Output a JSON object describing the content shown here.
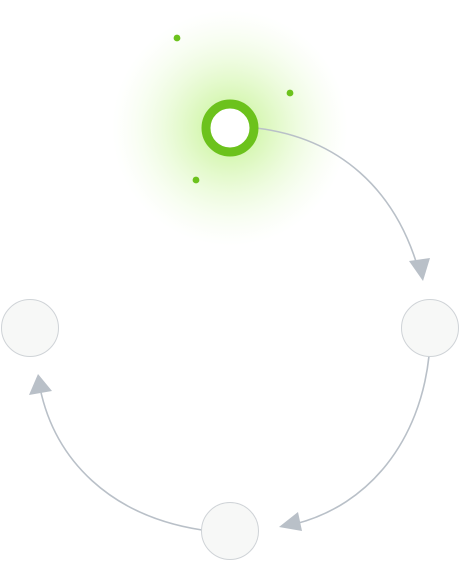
{
  "diagram": {
    "kind": "cycle",
    "direction": "clockwise",
    "node_count": 4,
    "active_node": "top",
    "nodes": [
      {
        "id": "top",
        "state": "active"
      },
      {
        "id": "right",
        "state": "idle"
      },
      {
        "id": "bottom",
        "state": "idle"
      },
      {
        "id": "left",
        "state": "idle"
      }
    ],
    "connectors": [
      {
        "from": "top",
        "to": "right"
      },
      {
        "from": "right",
        "to": "bottom"
      },
      {
        "from": "bottom",
        "to": "left"
      }
    ]
  },
  "colors": {
    "active": "#6cc21c",
    "glow": "#b8f07a",
    "idle_fill": "#f7f8f7",
    "idle_stroke": "#cfd3d7",
    "connector": "#b9c0c8",
    "arrowhead": "#b9c0c8"
  }
}
